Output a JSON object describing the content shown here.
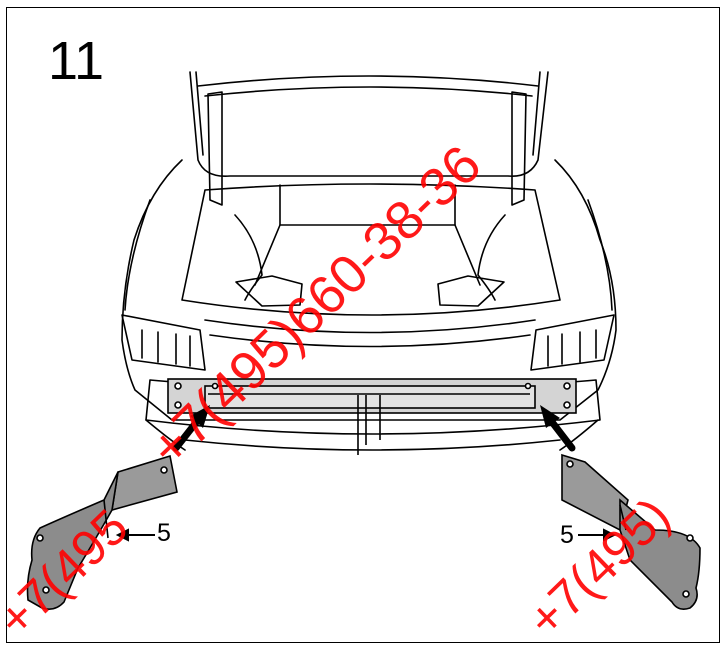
{
  "step": {
    "number": "11"
  },
  "callouts": {
    "left_part_label": "5",
    "right_part_label": "5"
  },
  "watermark": {
    "text_upper": "+7(495)660-38-36",
    "text_lower_left": "+7(495",
    "text_lower_right": "+7(495)",
    "color": "#ff0000"
  },
  "colors": {
    "line": "#000000",
    "plate_fill": "#8c8c8c",
    "beam_fill": "#d4d4d4",
    "background": "#ffffff"
  },
  "icons": {
    "arrows": "insertion-arrow-icon"
  }
}
